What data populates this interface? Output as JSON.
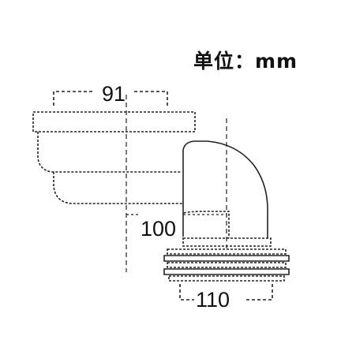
{
  "unit_label": "单位：mm",
  "dimensions": {
    "top_width": "91",
    "offset": "100",
    "bottom_width": "110"
  },
  "colors": {
    "line": "#222222",
    "dashed": "#444444",
    "background": "#ffffff"
  }
}
